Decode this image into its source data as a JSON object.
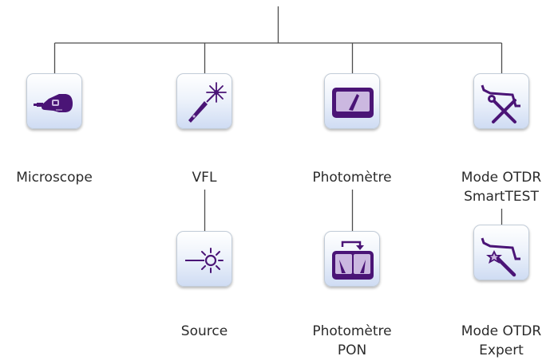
{
  "colors": {
    "icon": "#4a1476",
    "line": "#4d4d4d",
    "text": "#2b2b2b"
  },
  "nodes": {
    "microscope": {
      "label": "Microscope",
      "icon": "microscope-icon"
    },
    "vfl": {
      "label": "VFL",
      "icon": "laser-pen-icon"
    },
    "photometre": {
      "label": "Photomètre",
      "icon": "power-meter-icon"
    },
    "otdr_smarttest": {
      "label_line1": "Mode OTDR",
      "label_line2": "SmartTEST",
      "icon": "otdr-tools-icon"
    },
    "source": {
      "label": "Source",
      "icon": "light-source-icon"
    },
    "photometre_pon": {
      "label_line1": "Photomètre",
      "label_line2": "PON",
      "icon": "pon-power-meter-icon"
    },
    "otdr_expert": {
      "label_line1": "Mode OTDR",
      "label_line2": "Expert",
      "icon": "otdr-wand-icon"
    }
  }
}
